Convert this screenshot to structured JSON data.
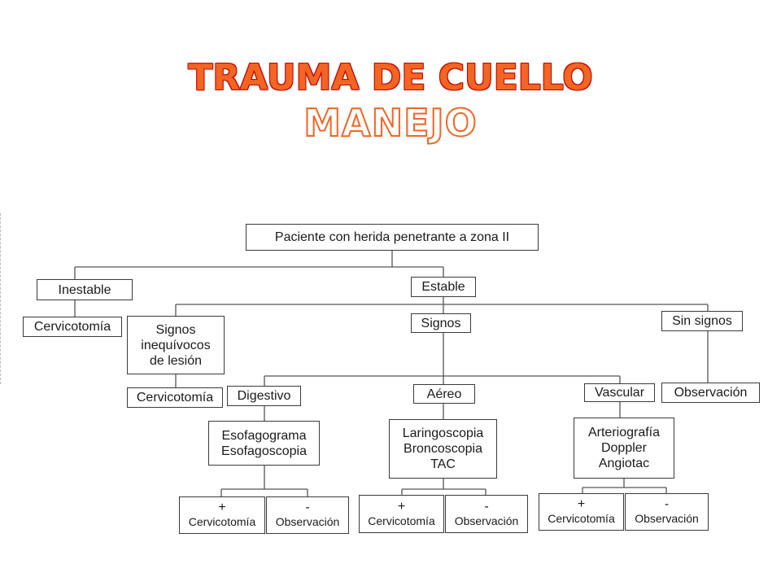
{
  "title": "TRAUMA DE CUELLO",
  "subtitle": "MANEJO",
  "nodes": {
    "root": "Paciente con herida penetrante a zona II",
    "inestable": "Inestable",
    "estable": "Estable",
    "cervicotomia_inestable": "Cervicotomía",
    "signos_inequivocos": "Signos\ninequívocos\nde lesión",
    "signos": "Signos",
    "sin_signos": "Sin signos",
    "cervicotomia_signos": "Cervicotomía",
    "observacion_sin_signos": "Observación",
    "digestivo": "Digestivo",
    "aereo": "Aéreo",
    "vascular": "Vascular",
    "digestivo_estudios": "Esofagograma\nEsofagoscopia",
    "aereo_estudios": "Laringoscopia\nBroncoscopia\nTAC",
    "vascular_estudios": "Arteriografía\nDoppler\nAngiotac",
    "plus_sign": "+",
    "minus_sign": "-",
    "leaf_cervicotomia": "Cervicotomía",
    "leaf_observacion": "Observación"
  }
}
